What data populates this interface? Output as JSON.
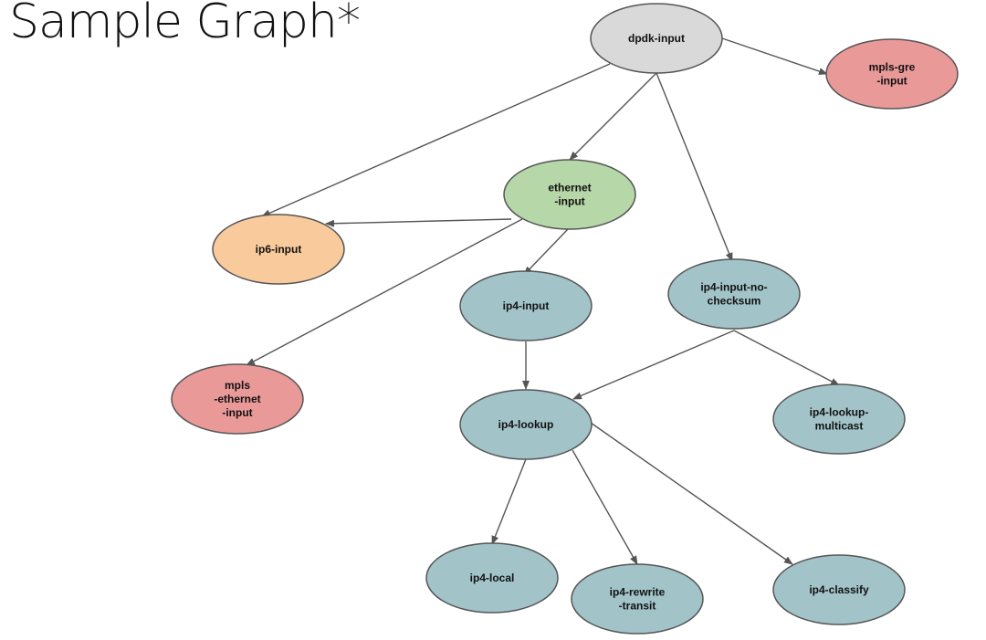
{
  "title": "Sample Graph*",
  "colors": {
    "gray": "#d9d9d9",
    "red": "#ea9999",
    "green": "#b6d7a8",
    "orange": "#f9cb9c",
    "teal": "#a2c4c9",
    "stroke": "#555555"
  },
  "nodes": [
    {
      "id": "dpdk-input",
      "lines": [
        "dpdk-input"
      ],
      "color": "gray"
    },
    {
      "id": "mpls-gre-input",
      "lines": [
        "mpls-gre",
        "-input"
      ],
      "color": "red"
    },
    {
      "id": "ethernet-input",
      "lines": [
        "ethernet",
        "-input"
      ],
      "color": "green"
    },
    {
      "id": "ip6-input",
      "lines": [
        "ip6-input"
      ],
      "color": "orange"
    },
    {
      "id": "ip4-input",
      "lines": [
        "ip4-input"
      ],
      "color": "teal"
    },
    {
      "id": "ip4-input-no-checksum",
      "lines": [
        "ip4-input-no-",
        "checksum"
      ],
      "color": "teal"
    },
    {
      "id": "mpls-ethernet-input",
      "lines": [
        "mpls",
        "-ethernet",
        "-input"
      ],
      "color": "red"
    },
    {
      "id": "ip4-lookup",
      "lines": [
        "ip4-lookup"
      ],
      "color": "teal"
    },
    {
      "id": "ip4-lookup-multicast",
      "lines": [
        "ip4-lookup-",
        "multicast"
      ],
      "color": "teal"
    },
    {
      "id": "ip4-local",
      "lines": [
        "ip4-local"
      ],
      "color": "teal"
    },
    {
      "id": "ip4-rewrite-transit",
      "lines": [
        "ip4-rewrite",
        "-transit"
      ],
      "color": "teal"
    },
    {
      "id": "ip4-classify",
      "lines": [
        "ip4-classify"
      ],
      "color": "teal"
    }
  ],
  "edges": [
    {
      "from": "dpdk-input",
      "to": "mpls-gre-input"
    },
    {
      "from": "dpdk-input",
      "to": "ip6-input"
    },
    {
      "from": "dpdk-input",
      "to": "ethernet-input"
    },
    {
      "from": "dpdk-input",
      "to": "ip4-input-no-checksum"
    },
    {
      "from": "ethernet-input",
      "to": "ip6-input"
    },
    {
      "from": "ethernet-input",
      "to": "ip4-input"
    },
    {
      "from": "ethernet-input",
      "to": "mpls-ethernet-input"
    },
    {
      "from": "ip4-input",
      "to": "ip4-lookup"
    },
    {
      "from": "ip4-input-no-checksum",
      "to": "ip4-lookup"
    },
    {
      "from": "ip4-input-no-checksum",
      "to": "ip4-lookup-multicast"
    },
    {
      "from": "ip4-lookup",
      "to": "ip4-local"
    },
    {
      "from": "ip4-lookup",
      "to": "ip4-rewrite-transit"
    },
    {
      "from": "ip4-lookup",
      "to": "ip4-classify"
    }
  ]
}
